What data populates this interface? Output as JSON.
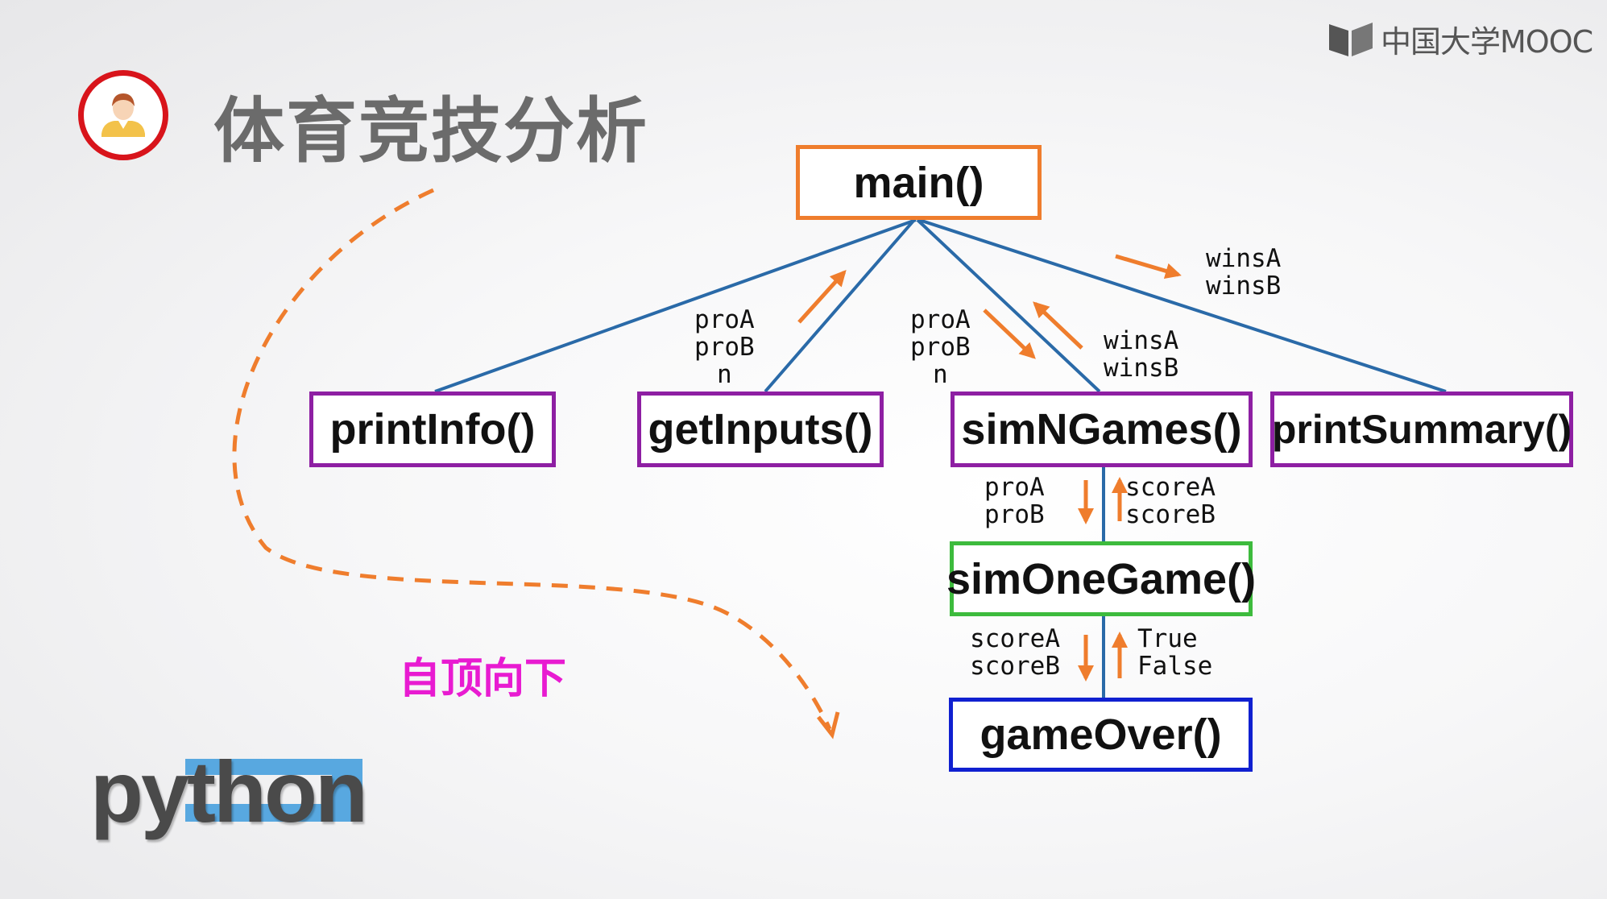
{
  "brand": {
    "text": "中国大学MOOC",
    "icon": "book-icon"
  },
  "slide": {
    "title": "体育竞技分析",
    "annotation": "自顶向下"
  },
  "python_logo": {
    "text": "python"
  },
  "colors": {
    "orange": "#ef7d2d",
    "purple": "#8e1fa3",
    "green": "#3dbb3d",
    "blue": "#1020d0",
    "edge": "#2a6aa8",
    "title_gray": "#6b6b6b",
    "annotation_magenta": "#e81bd1",
    "avatar_ring": "#d8141b"
  },
  "nodes": {
    "main": "main()",
    "printInfo": "printInfo()",
    "getInputs": "getInputs()",
    "simNGames": "simNGames()",
    "printSummary": "printSummary()",
    "simOneGame": "simOneGame()",
    "gameOver": "gameOver()"
  },
  "labels": {
    "getInputs_params": "proA\nproB\nn",
    "simNGames_params": "proA\nproB\nn",
    "simNGames_return": "winsA\nwinsB",
    "printSummary_params": "winsA\nwinsB",
    "simOneGame_params": "proA\nproB",
    "simOneGame_return": "scoreA\nscoreB",
    "gameOver_params": "scoreA\nscoreB",
    "gameOver_return": "True\nFalse"
  }
}
